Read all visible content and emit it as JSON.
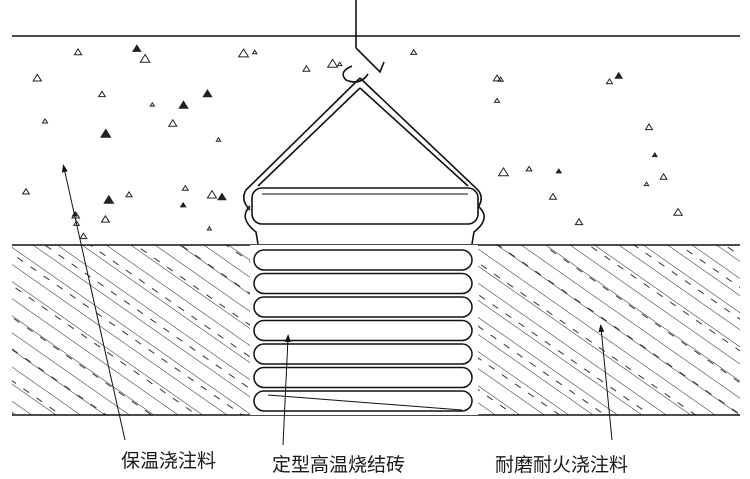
{
  "labels": {
    "insulation_castable": "保温浇注料",
    "shaped_brick": "定型高温烧结砖",
    "wear_resistant_castable": "耐磨耐火浇注料"
  },
  "colors": {
    "ink": "#1a1a1a",
    "background": "#ffffff"
  }
}
